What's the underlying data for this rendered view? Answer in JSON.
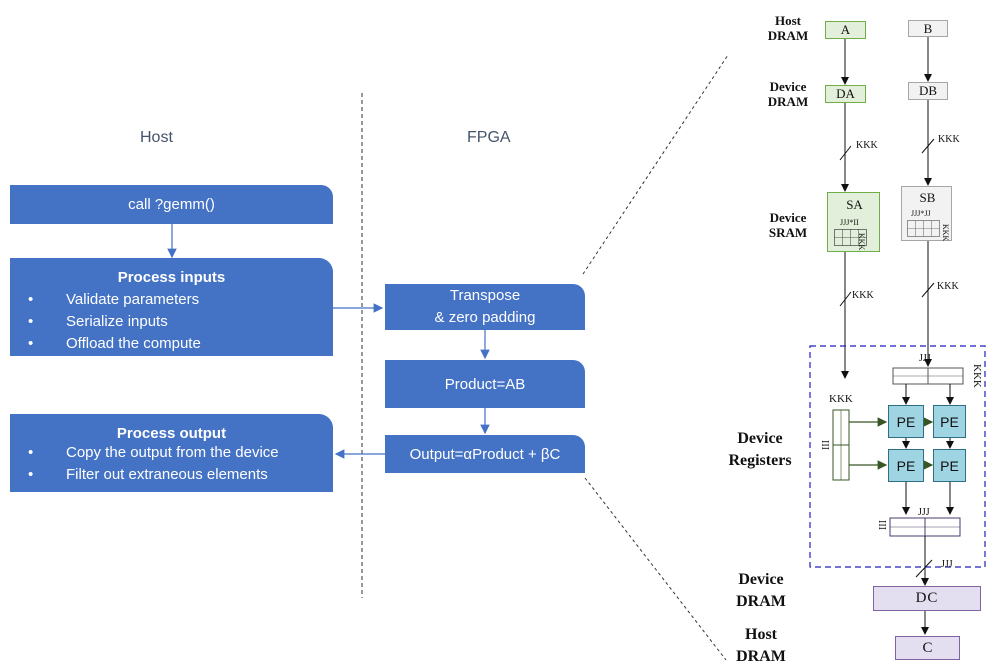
{
  "host_title": "Host",
  "fpga_title": "FPGA",
  "host": {
    "call": "call ?gemm()",
    "process_inputs": {
      "title": "Process inputs",
      "items": [
        "Validate parameters",
        "Serialize inputs",
        "Offload the compute"
      ]
    },
    "process_output": {
      "title": "Process output",
      "items": [
        "Copy the output from the device",
        "Filter out extraneous elements"
      ]
    }
  },
  "fpga": {
    "transpose_line1": "Transpose",
    "transpose_line2": "& zero padding",
    "product": "Product=AB",
    "output": "Output=αProduct + βC"
  },
  "detail": {
    "labels": {
      "host_dram_top": "Host\nDRAM",
      "device_dram_top": "Device\nDRAM",
      "device_sram": "Device\nSRAM",
      "device_registers": "Device\nRegisters",
      "device_dram_bottom": "Device\nDRAM",
      "host_dram_bottom": "Host\nDRAM"
    },
    "matrices": {
      "A": "A",
      "B": "B",
      "DA": "DA",
      "DB": "DB",
      "SA": "SA",
      "SB": "SB",
      "DC": "DC",
      "C": "C"
    },
    "sa_dim": "JJJ*II",
    "sb_dim": "JJJ*JJ",
    "kkk": "KKK",
    "jjj": "JJJ",
    "iii": "III",
    "pe": "PE"
  },
  "colors": {
    "blue_box": "#4472c4",
    "green_fill": "#e2efda",
    "green_border": "#70ad47",
    "gray_fill": "#f2f2f2",
    "gray_border": "#a6a6a6",
    "purple_fill": "#e4dff0",
    "purple_border": "#8064a2",
    "pe_fill": "#9fd4e2",
    "dashed_border": "#1f1fbf"
  }
}
